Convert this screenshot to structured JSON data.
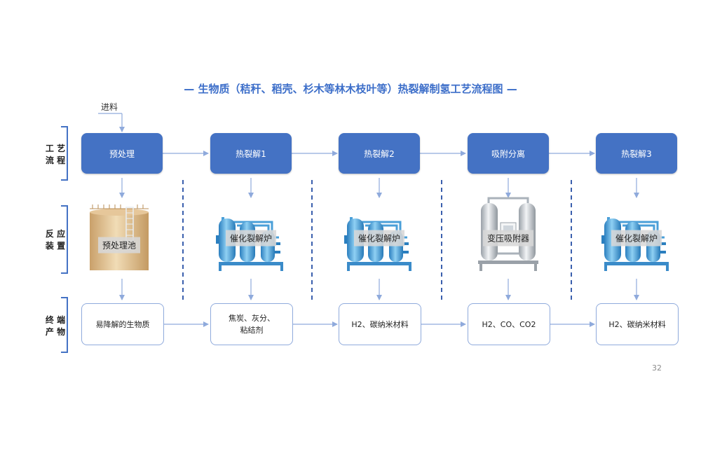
{
  "title": "— 生物质（秸秆、稻壳、杉木等林木枝叶等）热裂解制氢工艺流程图 —",
  "feed_label": "进料",
  "row_labels": {
    "process": "工 艺\n流 程",
    "equipment": "反 应\n装 置",
    "product": "终 端\n产 物"
  },
  "steps": [
    {
      "process": "预处理",
      "equipment": "预处理池",
      "product": "易降解的生物质"
    },
    {
      "process": "热裂解1",
      "equipment": "催化裂解炉",
      "product": "焦炭、灰分、\n粘结剂"
    },
    {
      "process": "热裂解2",
      "equipment": "催化裂解炉",
      "product": "H2、碳纳米材料"
    },
    {
      "process": "吸附分离",
      "equipment": "变压吸附器",
      "product": "H2、CO、CO2"
    },
    {
      "process": "热裂解3",
      "equipment": "催化裂解炉",
      "product": "H2、碳纳米材料"
    }
  ],
  "page_number": "32",
  "colors": {
    "process_fill": "#4472c4",
    "product_border": "#8faadc",
    "arrow": "#8faadc",
    "divider": "#3a5fad",
    "title": "#3c6ec9",
    "vessel": "#3d9bd4",
    "tank": "#d9b88a"
  }
}
